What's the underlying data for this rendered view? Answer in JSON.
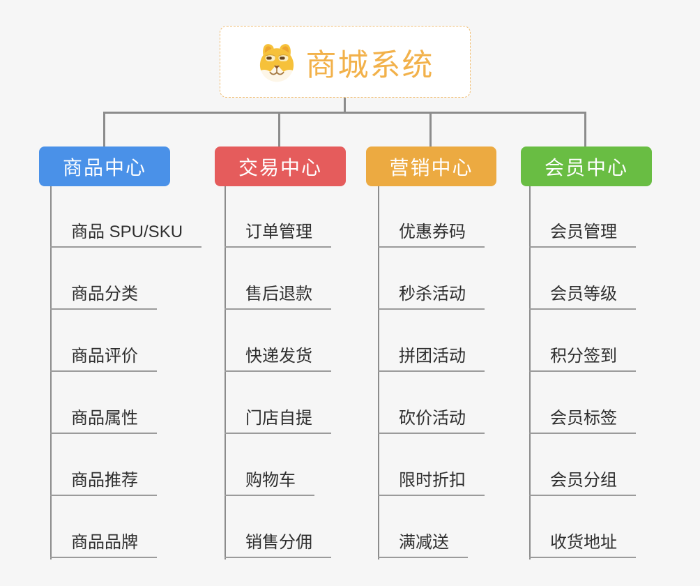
{
  "root": {
    "title": "商城系统",
    "icon": "shiba-dog-icon"
  },
  "branches": [
    {
      "label": "商品中心",
      "color": "#4a91e8",
      "children": [
        "商品 SPU/SKU",
        "商品分类",
        "商品评价",
        "商品属性",
        "商品推荐",
        "商品品牌"
      ]
    },
    {
      "label": "交易中心",
      "color": "#e55c5c",
      "children": [
        "订单管理",
        "售后退款",
        "快递发货",
        "门店自提",
        "购物车",
        "销售分佣"
      ]
    },
    {
      "label": "营销中心",
      "color": "#ecaa41",
      "children": [
        "优惠券码",
        "秒杀活动",
        "拼团活动",
        "砍价活动",
        "限时折扣",
        "满减送"
      ]
    },
    {
      "label": "会员中心",
      "color": "#69bd43",
      "children": [
        "会员管理",
        "会员等级",
        "积分签到",
        "会员标签",
        "会员分组",
        "收货地址"
      ]
    }
  ],
  "colors": {
    "background": "#f6f6f6",
    "connector": "#8c8c8c",
    "underline": "#9b9b9b",
    "root_border": "#f0bd72",
    "root_title": "#f2b14a",
    "leaf_text": "#2e2e2e"
  }
}
